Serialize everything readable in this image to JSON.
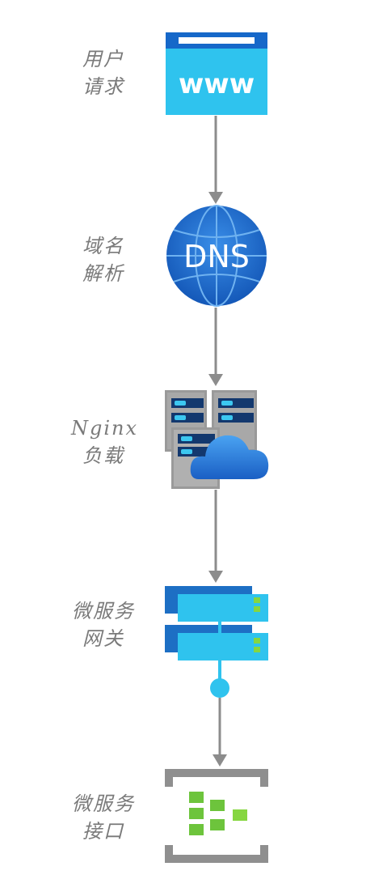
{
  "steps": [
    {
      "line1": "用户",
      "line2": "请求",
      "icon": "browser-www-icon",
      "icon_text": "www"
    },
    {
      "line1": "域名",
      "line2": "解析",
      "icon": "dns-globe-icon",
      "icon_text": "DNS"
    },
    {
      "line1": "Nginx",
      "line2": "负载",
      "icon": "server-cloud-icon"
    },
    {
      "line1": "微服务",
      "line2": "网关",
      "icon": "gateway-server-icon"
    },
    {
      "line1": "微服务",
      "line2": "接口",
      "icon": "api-endpoint-icon"
    }
  ],
  "colors": {
    "arrow": "#8c8c8c",
    "label": "#7a7a7a",
    "blue_dark": "#1668c9",
    "blue_light": "#2fc3ee"
  }
}
